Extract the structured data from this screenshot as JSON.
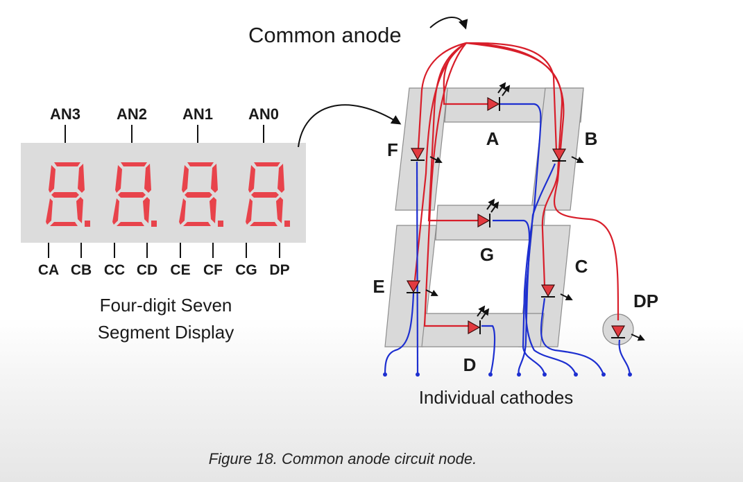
{
  "title": "Common anode",
  "display": {
    "anodes": [
      "AN3",
      "AN2",
      "AN1",
      "AN0"
    ],
    "cathode_pins": [
      "CA",
      "CB",
      "CC",
      "CD",
      "CE",
      "CF",
      "CG",
      "DP"
    ],
    "caption_line1": "Four-digit Seven",
    "caption_line2": "Segment Display"
  },
  "segments": {
    "a": "A",
    "b": "B",
    "c": "C",
    "d": "D",
    "e": "E",
    "f": "F",
    "g": "G",
    "dp": "DP"
  },
  "cathodes_label": "Individual cathodes",
  "figure_caption": "Figure 18. Common anode circuit node.",
  "colors": {
    "segment_on": "#e8434b",
    "anode_wire": "#d81e2a",
    "cathode_wire": "#1d2fd0"
  }
}
